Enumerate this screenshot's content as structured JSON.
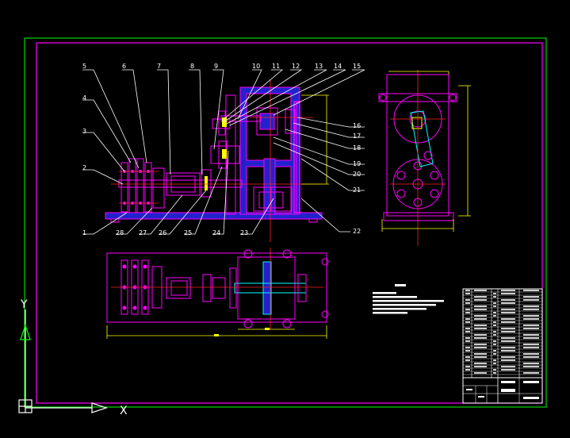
{
  "drawing": {
    "background": "#000000",
    "colors": {
      "outer_border": "#00ff00",
      "inner_border": "#ff00ff",
      "structure": "#ff00ff",
      "frame_fill": "#2222cc",
      "centerline": "#ff2222",
      "dimension": "#ffff00",
      "leader": "#ffffff",
      "shaft": "#00ffff",
      "text": "#ffffff"
    },
    "balloons_top": [
      "5",
      "6",
      "7",
      "8",
      "9",
      "10",
      "11",
      "12",
      "13",
      "14",
      "15"
    ],
    "balloons_right": [
      "16",
      "17",
      "18",
      "19",
      "20",
      "21"
    ],
    "balloons_bottom": [
      "1",
      "28",
      "27",
      "26",
      "25",
      "24",
      "23",
      "22"
    ],
    "balloons_left": [
      "4",
      "3",
      "2"
    ],
    "ucs_axis_y": "Y",
    "ucs_axis_x": "X",
    "icons": [
      "ucs-icon",
      "title-block",
      "parts-list",
      "technical-notes"
    ]
  }
}
